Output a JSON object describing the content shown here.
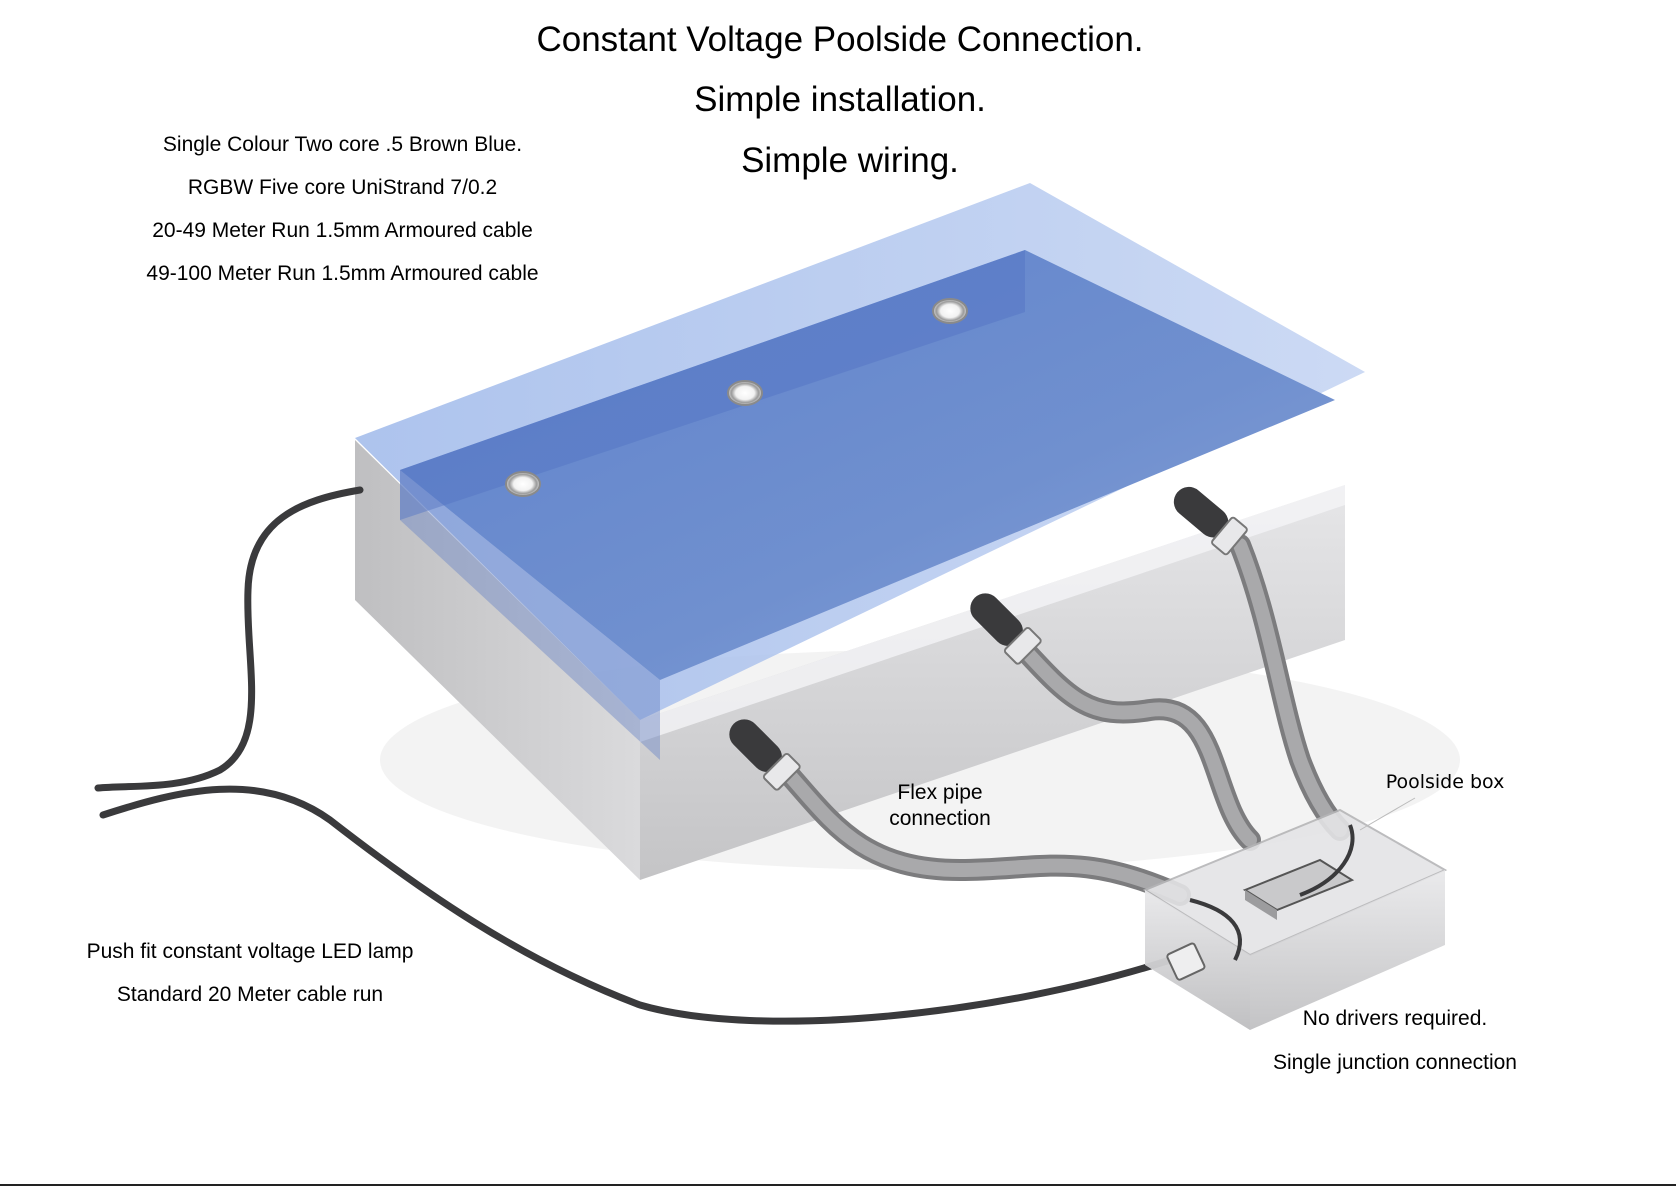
{
  "title": {
    "line1": "Constant Voltage Poolside Connection.",
    "line2": "Simple installation.",
    "line3": "Simple wiring."
  },
  "cable_notes": [
    "Single Colour Two core .5 Brown Blue.",
    "RGBW Five core UniStrand 7/0.2",
    "20-49 Meter Run 1.5mm Armoured cable",
    "49-100 Meter Run 1.5mm Armoured cable"
  ],
  "callouts": {
    "flex_pipe": [
      "Flex pipe",
      "connection"
    ],
    "poolside_box": "Poolside box",
    "lamp": [
      "Push fit constant voltage LED lamp",
      "Standard 20 Meter cable run"
    ],
    "junction": [
      "No drivers required.",
      "Single junction connection"
    ]
  },
  "colors": {
    "water": "#6f8fcf",
    "water_rim": "#a8c0ec",
    "pool_body": "#d4d4d6",
    "cable": "#3a3a3c",
    "flex_pipe": "#9a9a9c",
    "box": "#dcdcde"
  },
  "pool_lights": 3
}
